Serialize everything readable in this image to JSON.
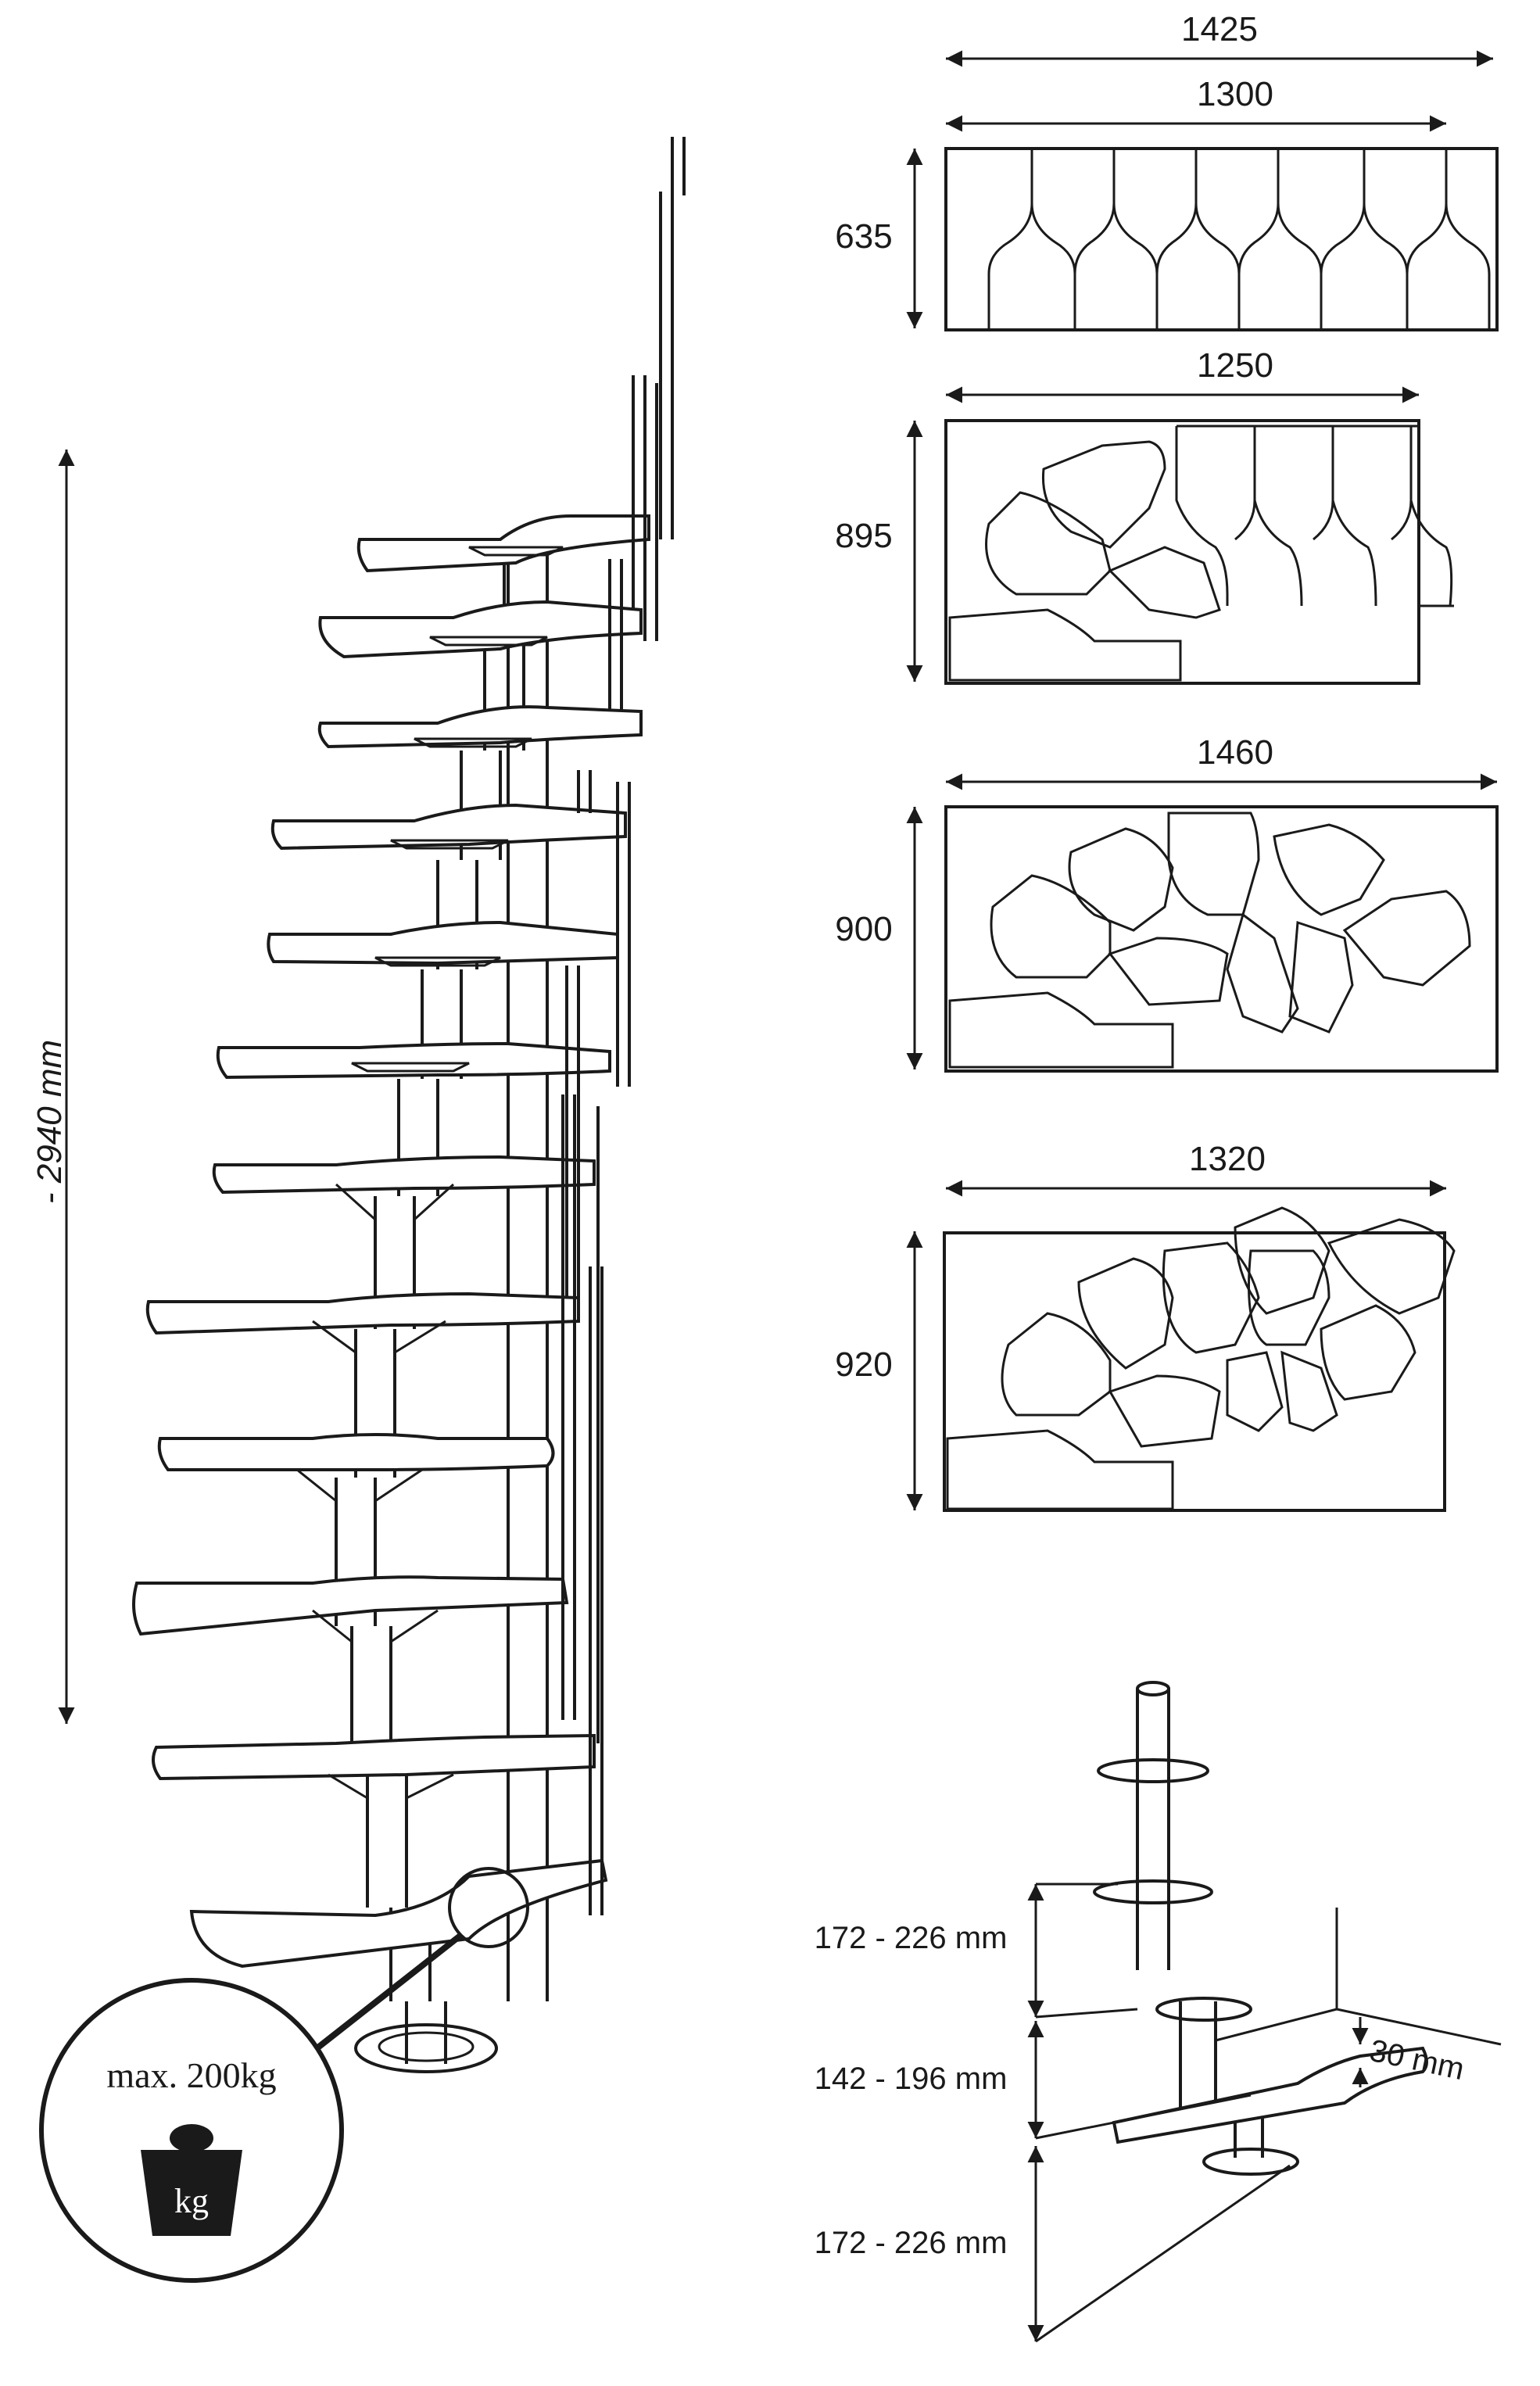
{
  "height_label": "- 2940 mm",
  "max_load_label": "max. 200kg",
  "weight_unit": "kg",
  "layouts": [
    {
      "width": "1425",
      "inner_width": "1300",
      "depth": "635"
    },
    {
      "width": "1250",
      "depth": "895"
    },
    {
      "width": "1460",
      "depth": "900"
    },
    {
      "width": "1320",
      "depth": "920"
    }
  ],
  "detail": {
    "rise_top": "172 - 226 mm",
    "rise_mid": "142 - 196 mm",
    "rise_bottom": "172 - 226 mm",
    "clearance": "30 mm"
  },
  "colors": {
    "line": "#1a1a1a",
    "background": "#ffffff"
  }
}
